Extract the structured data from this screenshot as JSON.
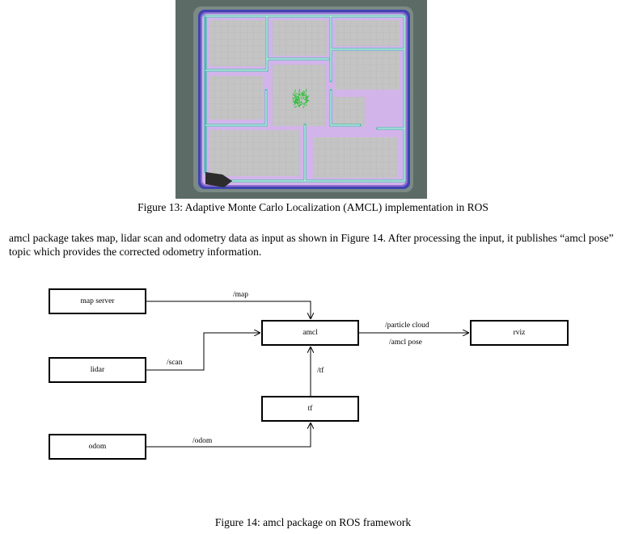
{
  "figure13": {
    "caption": "Figure 13: Adaptive Monte Carlo Localization (AMCL) implementation in ROS",
    "colors": {
      "background": "#5d6b67",
      "map_unknown": "#7c8a86",
      "inflation_outer": "#3a3fa8",
      "inflation_inner": "#c9a8e2",
      "free_space": "#c4c4c4",
      "grid": "#b0b0b0",
      "walls": "#2f9c90",
      "particles": "#1fbf2a"
    }
  },
  "paragraph": "amcl package takes map, lidar scan and odometry data as input as shown in Figure 14. After processing the input, it publishes “amcl pose” topic which provides the corrected odometry information.",
  "figure14": {
    "caption": "Figure 14: amcl package on ROS framework",
    "nodes": {
      "map_server": "map server",
      "amcl": "amcl",
      "rviz": "rviz",
      "lidar": "lidar",
      "tf": "tf",
      "odom": "odom"
    },
    "edges": {
      "map": "/map",
      "particle_cloud": "/particle cloud",
      "amcl_pose": "/amcl pose",
      "scan": "/scan",
      "tf": "/tf",
      "odom": "/odom"
    }
  }
}
